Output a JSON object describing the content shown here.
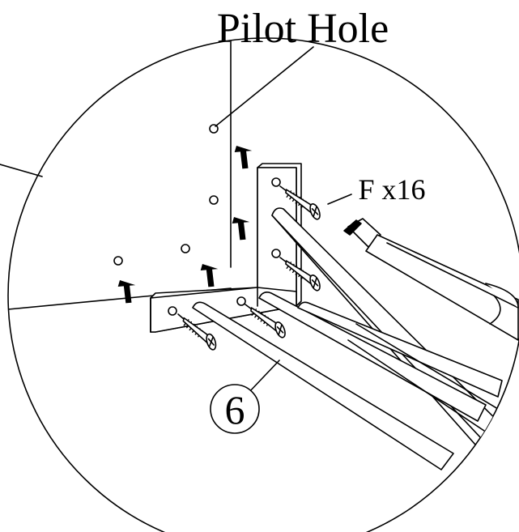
{
  "labels": {
    "pilot_hole": "Pilot Hole",
    "screw_count": "F x16",
    "part_number": "6"
  },
  "parts": {
    "screw": "F",
    "quantity": 16,
    "part": 6
  },
  "icons": {
    "driver": "phillips-screwdriver-icon",
    "screw": "wood-screw-icon",
    "arrow": "insert-direction-arrow-icon"
  },
  "colors": {
    "line": "#000000",
    "background": "#ffffff"
  }
}
